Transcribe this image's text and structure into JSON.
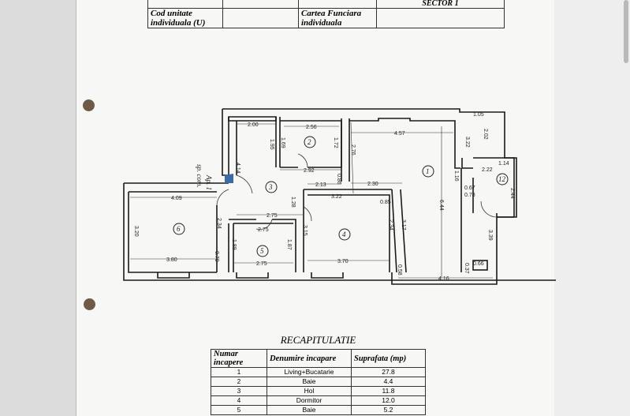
{
  "top_table": {
    "row0": {
      "col4": "SECTOR 1"
    },
    "row1": {
      "label1": "Cod unitate individuala (U)",
      "label2": "Cartea Funciara individuala"
    }
  },
  "plan": {
    "entrance": {
      "label": "Ap. 1",
      "sub": "sp. com."
    },
    "rooms": {
      "r1": "1",
      "r2": "2",
      "r3": "3",
      "r4": "4",
      "r5": "5",
      "r6": "6",
      "r12": "12"
    },
    "dims": [
      "2.00",
      "1.95",
      "2.56",
      "1.69",
      "1.72",
      "2.92",
      "0.86",
      "2.13",
      "3.22",
      "1.28",
      "4.09",
      "3.20",
      "2.34",
      "2.75",
      "2.75",
      "1.89",
      "1.87",
      "3.15",
      "3.80",
      "0.70",
      "2.75",
      "3.70",
      "4.14",
      "4.57",
      "2.76",
      "2.30",
      "0.85",
      "2.34",
      "3.17",
      "6.44",
      "1.16",
      "0.67",
      "0.78",
      "2.22",
      "1.14",
      "2.44",
      "1.05",
      "2.02",
      "3.22",
      "3.39",
      "0.66",
      "0.37",
      "4.16",
      "0.58"
    ]
  },
  "recap": {
    "title": "RECAPITULATIE",
    "headers": [
      "Numar incapere",
      "Denumire incapare",
      "Suprafata (mp)"
    ],
    "rows": [
      [
        "1",
        "Living+Bucatarie",
        "27.8"
      ],
      [
        "2",
        "Baie",
        "4.4"
      ],
      [
        "3",
        "Hol",
        "11.8"
      ],
      [
        "4",
        "Dormitor",
        "12.0"
      ],
      [
        "5",
        "Baie",
        "5.2"
      ]
    ]
  }
}
